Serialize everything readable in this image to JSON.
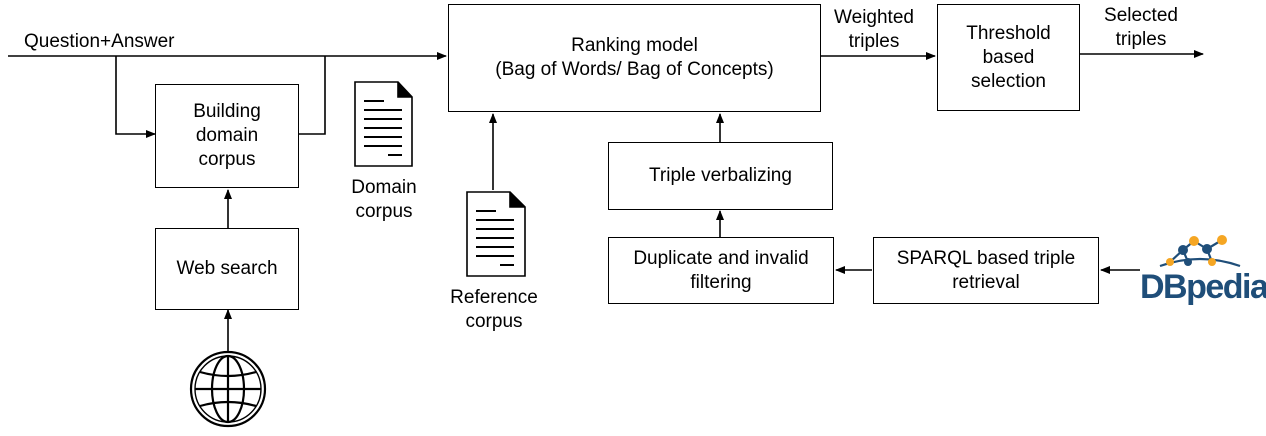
{
  "inputs": {
    "question_answer": "Question+Answer"
  },
  "boxes": {
    "building_domain_corpus": "Building\ndomain\ncorpus",
    "web_search": "Web search",
    "ranking_model": "Ranking model\n(Bag of Words/ Bag of Concepts)",
    "threshold_selection": "Threshold\nbased\nselection",
    "triple_verbalizing": "Triple verbalizing",
    "duplicate_filtering": "Duplicate and invalid\nfiltering",
    "sparql_retrieval": "SPARQL based triple\nretrieval"
  },
  "documents": {
    "domain_corpus": "Domain\ncorpus",
    "reference_corpus": "Reference\ncorpus"
  },
  "edges": {
    "weighted_triples": "Weighted\ntriples",
    "selected_triples": "Selected\ntriples"
  },
  "logo": {
    "text": "DBpedia",
    "color": "#1f4e79",
    "accent": "#f5a623"
  },
  "icons": {
    "web": "globe-icon",
    "domain_doc": "document-icon",
    "reference_doc": "document-icon",
    "dbpedia": "dbpedia-logo"
  }
}
